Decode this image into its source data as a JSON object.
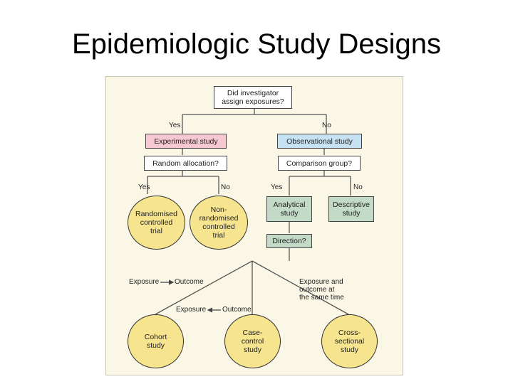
{
  "title": "Epidemiologic Study Designs",
  "diagram": {
    "root_question": "Did investigator\nassign exposures?",
    "yes": "Yes",
    "no": "No",
    "experimental": "Experimental study",
    "observational": "Observational study",
    "random_allocation": "Random allocation?",
    "comparison_group": "Comparison group?",
    "rct": "Randomised\ncontrolled\ntrial",
    "non_rct": "Non-\nrandomised\ncontrolled\ntrial",
    "analytical": "Analytical\nstudy",
    "descriptive": "Descriptive\nstudy",
    "direction": "Direction?",
    "exposure": "Exposure",
    "outcome": "Outcome",
    "same_time": "Exposure and\noutcome at\nthe same time",
    "cohort": "Cohort\nstudy",
    "case_control": "Case-\ncontrol\nstudy",
    "cross_sectional": "Cross-\nsectional\nstudy"
  }
}
